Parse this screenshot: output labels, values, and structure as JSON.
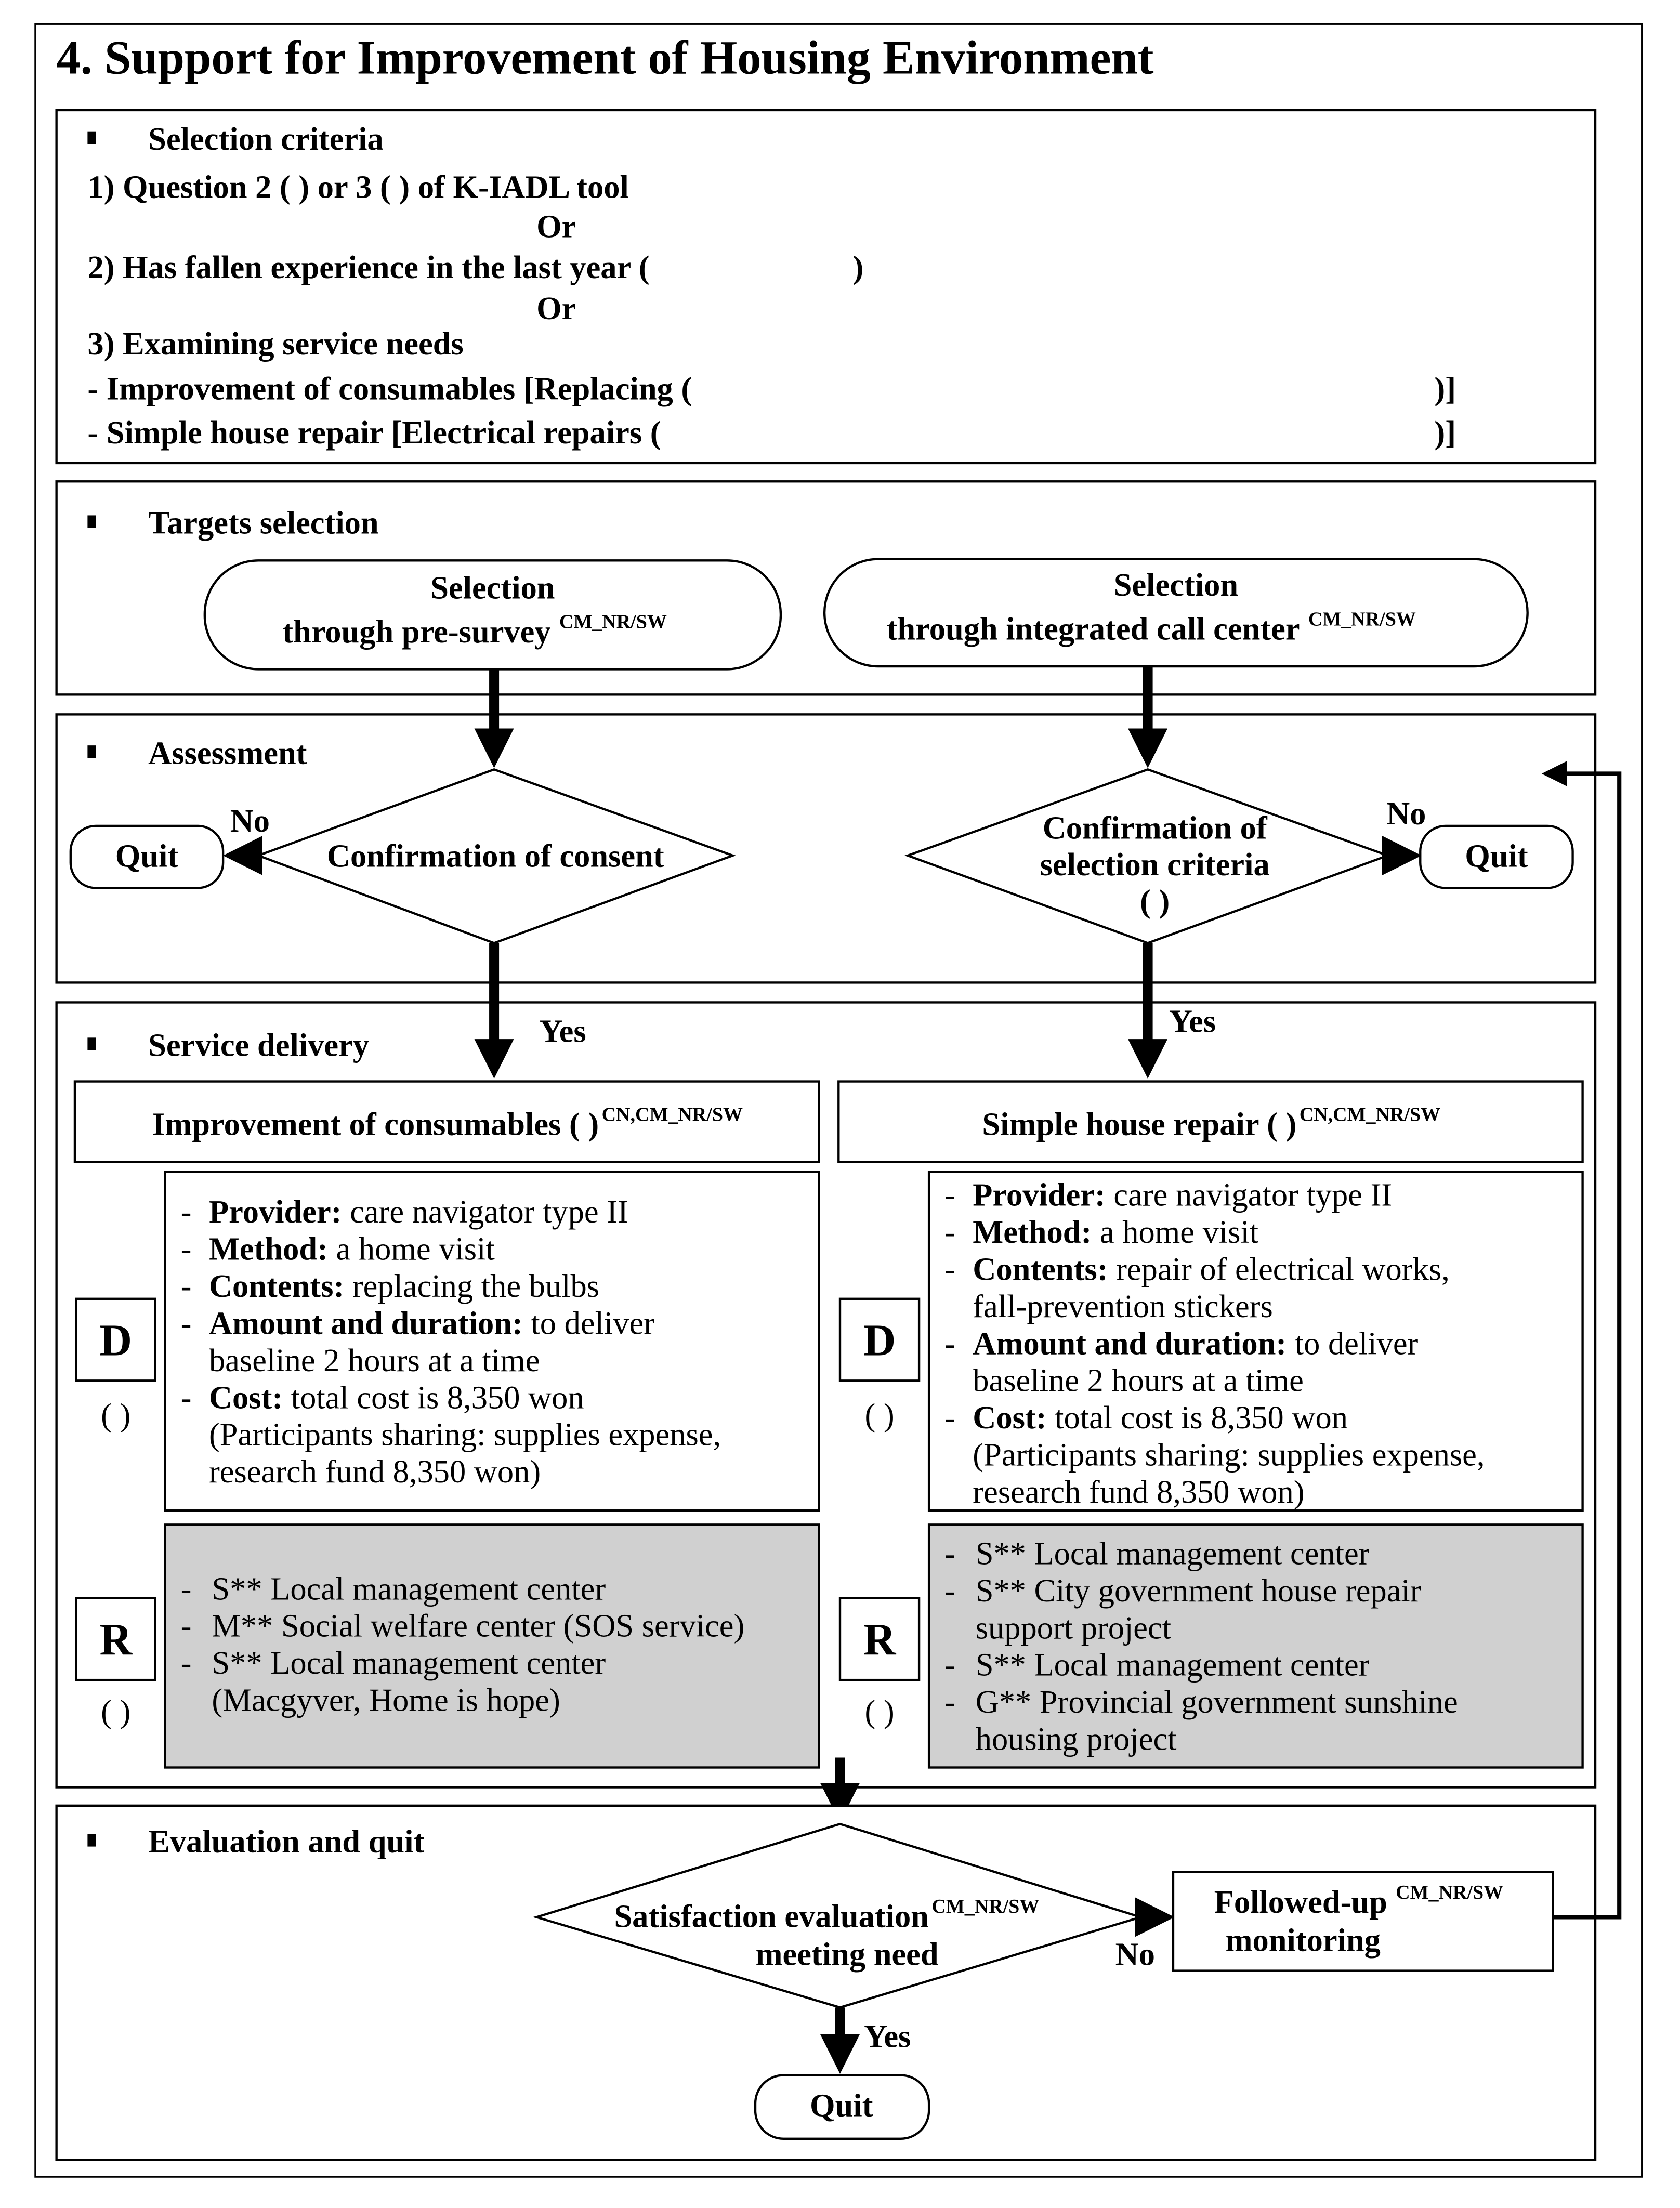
{
  "title": "4. Support for Improvement of Housing Environment",
  "bullet_icon": "square-bullet",
  "selection_criteria": {
    "heading": "Selection criteria",
    "line1": "1) Question 2 (  ) or 3 (  ) of K-IADL tool",
    "or1": "Or",
    "line2": "2) Has fallen experience in the last year (",
    "line2_close": ")",
    "or2": "Or",
    "line3": "3) Examining service needs",
    "line4": "- Improvement of consumables [Replacing (",
    "line4_close": ")]",
    "line5": "- Simple house repair [Electrical repairs (",
    "line5_close": ")]"
  },
  "targets": {
    "heading": "Targets selection",
    "left": {
      "line1": "Selection",
      "line2": "through pre-survey",
      "sup": "CM_NR/SW"
    },
    "right": {
      "line1": "Selection",
      "line2": "through integrated call center",
      "sup": "CM_NR/SW"
    }
  },
  "assessment": {
    "heading": "Assessment",
    "left_decision": "Confirmation of consent",
    "right_decision": [
      "Confirmation of",
      "selection criteria",
      "(        )"
    ],
    "no": "No",
    "quit": "Quit",
    "yes": "Yes"
  },
  "service_delivery": {
    "heading": "Service delivery",
    "left": {
      "title": "Improvement of consumables (       )",
      "sup": "CN,CM_NR/SW",
      "d_label": "D",
      "d_paren": "(     )",
      "r_label": "R",
      "r_paren": "(     )",
      "d_lines": [
        {
          "dash": "-",
          "bold": "Provider:",
          "text": " care navigator type II"
        },
        {
          "dash": "-",
          "bold": "Method:",
          "text": " a home visit"
        },
        {
          "dash": "-",
          "bold": "Contents:",
          "text": " replacing the bulbs"
        },
        {
          "dash": "-",
          "bold": "Amount and duration:",
          "text": " to deliver"
        },
        {
          "dash": "",
          "bold": "",
          "text": "baseline 2 hours at a time"
        },
        {
          "dash": "-",
          "bold": "Cost:",
          "text": " total cost is 8,350 won"
        },
        {
          "dash": "",
          "bold": "",
          "text": "(Participants sharing: supplies expense,"
        },
        {
          "dash": "",
          "bold": "",
          "text": "research fund 8,350 won)"
        }
      ],
      "r_lines": [
        {
          "dash": "-",
          "text": "S** Local management center"
        },
        {
          "dash": "-",
          "text": "M** Social welfare center (SOS service)"
        },
        {
          "dash": "-",
          "text": "S** Local management center"
        },
        {
          "dash": "",
          "text": "(Macgyver, Home is hope)"
        }
      ]
    },
    "right": {
      "title": "Simple house repair (       )",
      "sup": "CN,CM_NR/SW",
      "d_label": "D",
      "d_paren": "(     )",
      "r_label": "R",
      "r_paren": "(     )",
      "d_lines": [
        {
          "dash": "-",
          "bold": "Provider:",
          "text": " care navigator type II"
        },
        {
          "dash": "-",
          "bold": "Method:",
          "text": " a home visit"
        },
        {
          "dash": "-",
          "bold": "Contents:",
          "text": " repair of electrical works,"
        },
        {
          "dash": "",
          "bold": "",
          "text": "fall-prevention stickers"
        },
        {
          "dash": "-",
          "bold": "Amount and duration:",
          "text": " to deliver"
        },
        {
          "dash": "",
          "bold": "",
          "text": "baseline 2 hours at a time"
        },
        {
          "dash": "-",
          "bold": "Cost:",
          "text": " total cost is 8,350 won"
        },
        {
          "dash": "",
          "bold": "",
          "text": "(Participants sharing: supplies expense,"
        },
        {
          "dash": "",
          "bold": "",
          "text": "research fund 8,350 won)"
        }
      ],
      "r_lines": [
        {
          "dash": "-",
          "text": "S** Local management center"
        },
        {
          "dash": "-",
          "text": "S** City government house repair"
        },
        {
          "dash": "",
          "text": "support project"
        },
        {
          "dash": "-",
          "text": "S** Local management center"
        },
        {
          "dash": "-",
          "text": "G** Provincial government sunshine"
        },
        {
          "dash": "",
          "text": "housing project"
        }
      ]
    }
  },
  "evaluation": {
    "heading": "Evaluation and quit",
    "decision_line1": "Satisfaction evaluation",
    "decision_sup": "CM_NR/SW",
    "decision_line2": "meeting need",
    "no": "No",
    "yes": "Yes",
    "followup_line1": "Followed-up",
    "followup_sup": "CM_NR/SW",
    "followup_line2": "monitoring",
    "quit": "Quit"
  },
  "colors": {
    "resource_box_fill": "#d0d0d0",
    "line": "#000000"
  }
}
